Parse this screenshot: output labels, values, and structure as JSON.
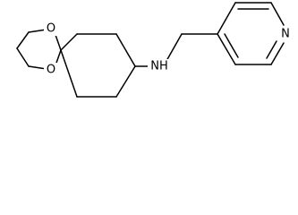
{
  "molecule": {
    "atoms": {
      "o_top": "O",
      "o_bottom": "O",
      "nh": "NH",
      "n_pyridine": "N"
    }
  }
}
